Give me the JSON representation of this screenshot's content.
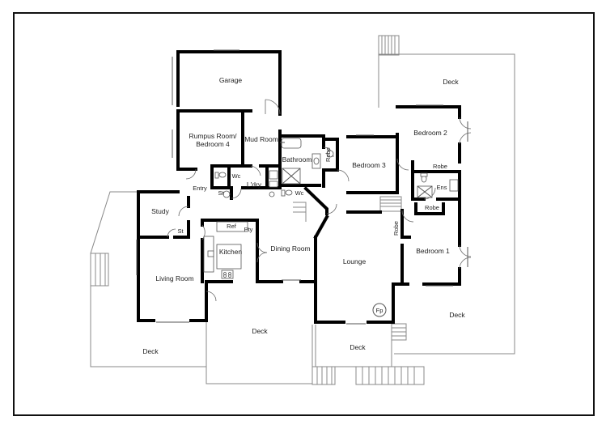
{
  "rooms": {
    "garage": "Garage",
    "deck_top": "Deck",
    "rumpus_line1": "Rumpus Room/",
    "rumpus_line2": "Bedroom 4",
    "mud_room": "Mud Room",
    "bathroom": "Bathroom",
    "robe_bed3": "Robe",
    "bedroom3": "Bedroom 3",
    "bedroom2": "Bedroom 2",
    "robe_bed2": "Robe",
    "ens": "Ens",
    "robe_ens": "Robe",
    "wc_mud": "Wc",
    "laundry": "L'dry",
    "wc_bath": "Wc",
    "entry": "Entry",
    "store_entry": "St",
    "study": "Study",
    "store_study": "St",
    "ref": "Ref",
    "pantry": "Pty",
    "kitchen": "Kitchen",
    "dining": "Dining Room",
    "lounge": "Lounge",
    "robe_bed1": "Robe",
    "bedroom1": "Bedroom 1",
    "living": "Living Room",
    "fireplace": "Fp",
    "deck_right": "Deck",
    "deck_center": "Deck",
    "deck_bottom": "Deck",
    "deck_left": "Deck"
  }
}
